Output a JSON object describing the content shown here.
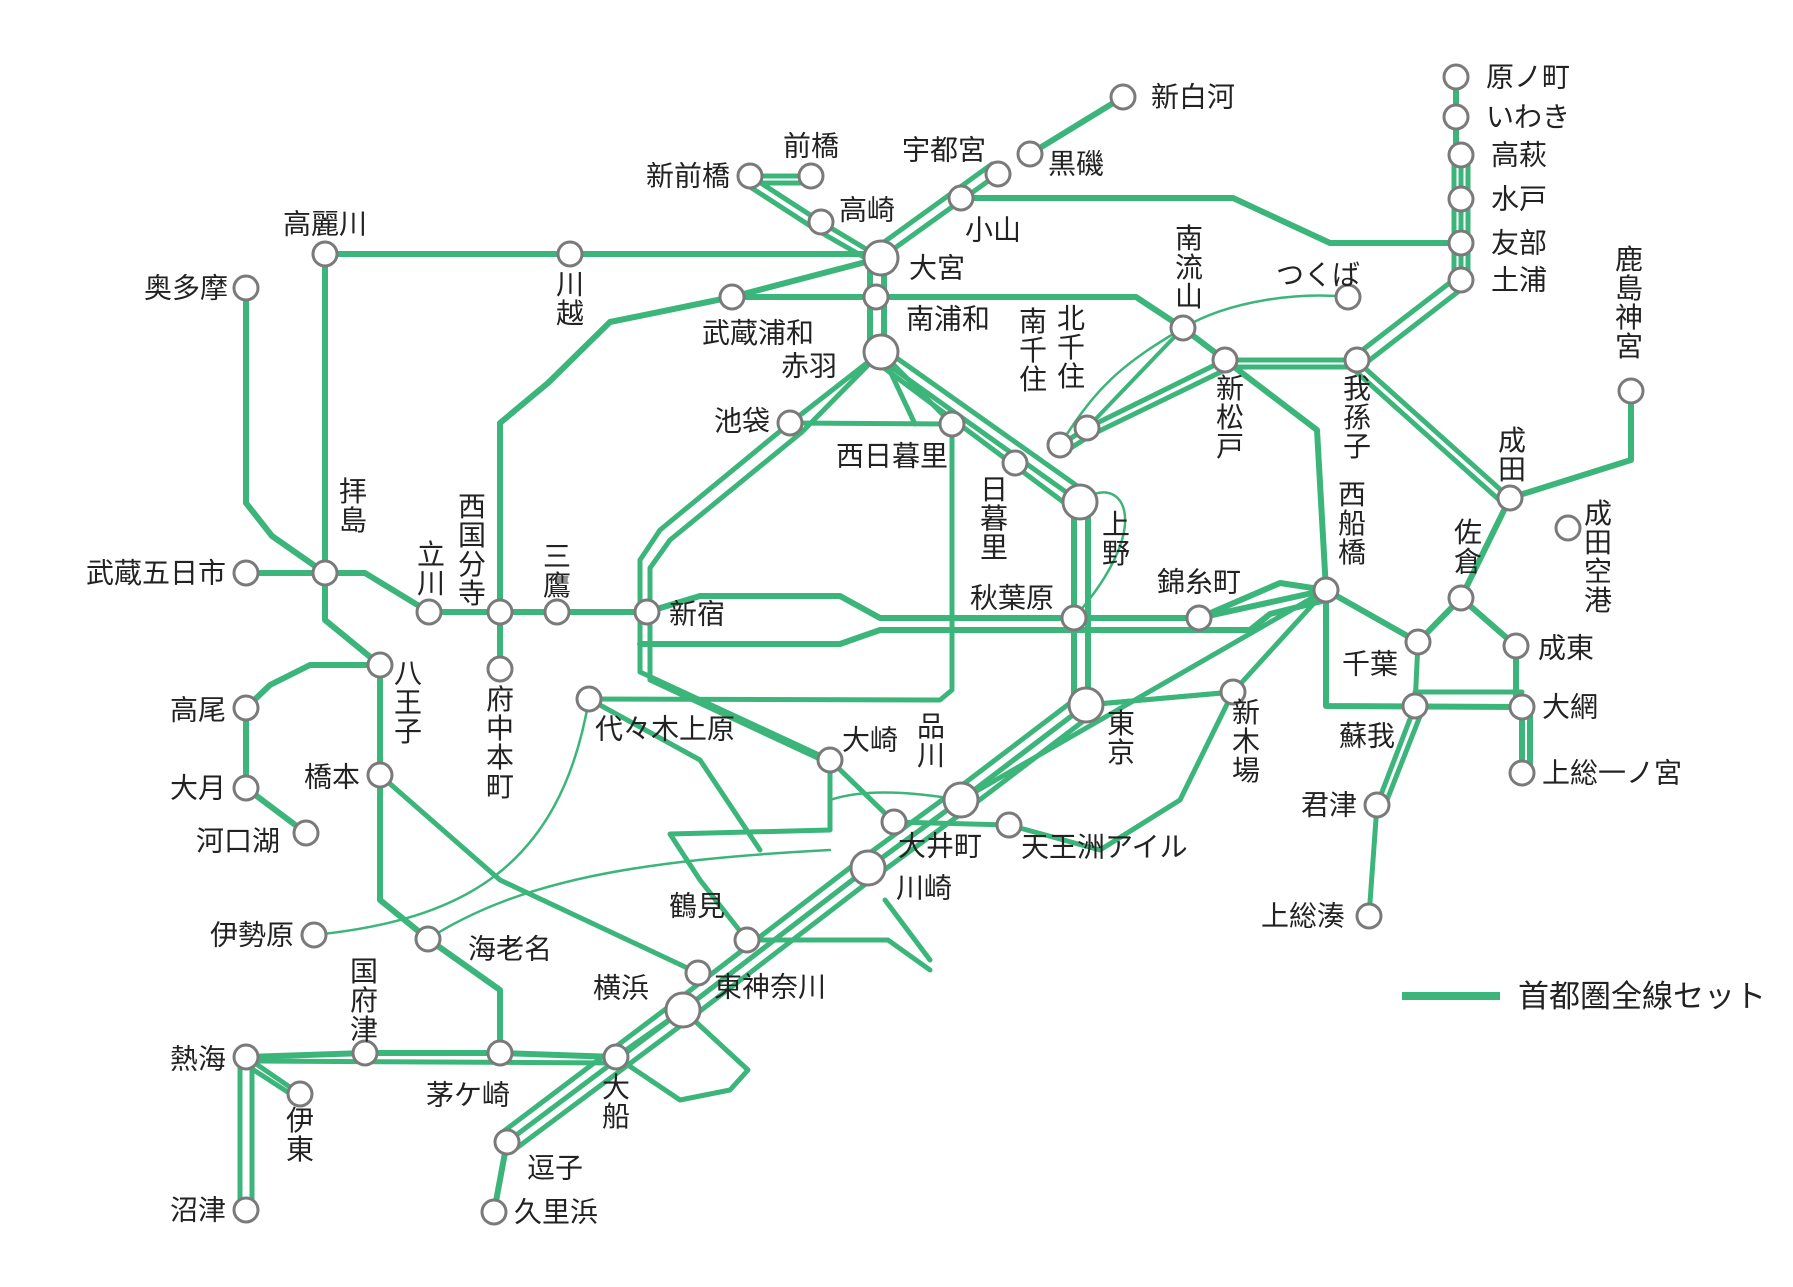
{
  "line_color": "#3cb57b",
  "station_fill": "#ffffff",
  "station_stroke": "#7a7a7a",
  "legend": {
    "label": "首都圏全線セット"
  },
  "stations": [
    {
      "name": "原ノ町",
      "major": false
    },
    {
      "name": "いわき",
      "major": false
    },
    {
      "name": "高萩",
      "major": false
    },
    {
      "name": "水戸",
      "major": false
    },
    {
      "name": "友部",
      "major": false
    },
    {
      "name": "土浦",
      "major": false
    },
    {
      "name": "新白河",
      "major": false
    },
    {
      "name": "黒磯",
      "major": false
    },
    {
      "name": "宇都宮",
      "major": false
    },
    {
      "name": "小山",
      "major": false
    },
    {
      "name": "前橋",
      "major": false
    },
    {
      "name": "新前橋",
      "major": false
    },
    {
      "name": "高崎",
      "major": false
    },
    {
      "name": "大宮",
      "major": true
    },
    {
      "name": "高麗川",
      "major": false
    },
    {
      "name": "川越",
      "major": false
    },
    {
      "name": "奥多摩",
      "major": false
    },
    {
      "name": "武蔵浦和",
      "major": false
    },
    {
      "name": "南浦和",
      "major": false
    },
    {
      "name": "赤羽",
      "major": true
    },
    {
      "name": "南流山",
      "major": false
    },
    {
      "name": "つくば",
      "major": false
    },
    {
      "name": "鹿島神宮",
      "major": false
    },
    {
      "name": "新松戸",
      "major": false
    },
    {
      "name": "我孫子",
      "major": false
    },
    {
      "name": "北千住",
      "major": false
    },
    {
      "name": "南千住",
      "major": false
    },
    {
      "name": "池袋",
      "major": false
    },
    {
      "name": "西日暮里",
      "major": false
    },
    {
      "name": "日暮里",
      "major": false
    },
    {
      "name": "上野",
      "major": true
    },
    {
      "name": "成田",
      "major": false
    },
    {
      "name": "成田空港",
      "major": false
    },
    {
      "name": "西船橋",
      "major": false
    },
    {
      "name": "拝島",
      "major": false
    },
    {
      "name": "武蔵五日市",
      "major": false
    },
    {
      "name": "立川",
      "major": false
    },
    {
      "name": "西国分寺",
      "major": false
    },
    {
      "name": "三鷹",
      "major": false
    },
    {
      "name": "新宿",
      "major": false
    },
    {
      "name": "秋葉原",
      "major": false
    },
    {
      "name": "錦糸町",
      "major": false
    },
    {
      "name": "佐倉",
      "major": false
    },
    {
      "name": "千葉",
      "major": false
    },
    {
      "name": "成東",
      "major": false
    },
    {
      "name": "八王子",
      "major": false
    },
    {
      "name": "府中本町",
      "major": false
    },
    {
      "name": "高尾",
      "major": false
    },
    {
      "name": "代々木上原",
      "major": false
    },
    {
      "name": "東京",
      "major": true
    },
    {
      "name": "新木場",
      "major": false
    },
    {
      "name": "蘇我",
      "major": false
    },
    {
      "name": "大網",
      "major": false
    },
    {
      "name": "上総一ノ宮",
      "major": false
    },
    {
      "name": "大月",
      "major": false
    },
    {
      "name": "橋本",
      "major": false
    },
    {
      "name": "大崎",
      "major": false
    },
    {
      "name": "品川",
      "major": true
    },
    {
      "name": "河口湖",
      "major": false
    },
    {
      "name": "大井町",
      "major": false
    },
    {
      "name": "天王洲アイル",
      "major": false
    },
    {
      "name": "君津",
      "major": false
    },
    {
      "name": "川崎",
      "major": true
    },
    {
      "name": "伊勢原",
      "major": false
    },
    {
      "name": "海老名",
      "major": false
    },
    {
      "name": "鶴見",
      "major": false
    },
    {
      "name": "上総湊",
      "major": false
    },
    {
      "name": "国府津",
      "major": false
    },
    {
      "name": "東神奈川",
      "major": false
    },
    {
      "name": "横浜",
      "major": true
    },
    {
      "name": "熱海",
      "major": false
    },
    {
      "name": "茅ケ崎",
      "major": false
    },
    {
      "name": "大船",
      "major": false
    },
    {
      "name": "伊東",
      "major": false
    },
    {
      "name": "逗子",
      "major": false
    },
    {
      "name": "沼津",
      "major": false
    },
    {
      "name": "久里浜",
      "major": false
    }
  ]
}
